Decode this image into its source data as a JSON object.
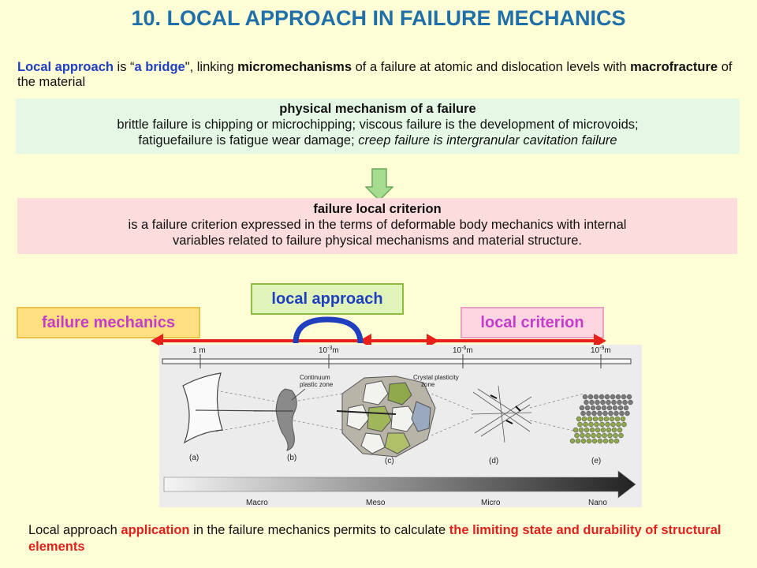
{
  "title": "10. LOCAL APPROACH IN FAILURE MECHANICS",
  "intro": {
    "p1": "Local approach",
    "p2": " is “",
    "p3": "a bridge",
    "p4": "\", linking ",
    "p5": "micromechanisms",
    "p6": "  of a failure at atomic and  dislocation levels with ",
    "p7": "macrofracture",
    "p8": " of the material"
  },
  "mechanism": {
    "heading": "physical mechanism of a failure",
    "line1": "brittle failure is chipping or microchipping;  viscous failure is the development of microvoids;",
    "line2a": "fatiguefailure is fatigue wear damage;  ",
    "line2b": "creep failure is intergranular cavitation failure"
  },
  "criterion": {
    "heading": "failure local criterion",
    "line1": "is a failure criterion expressed in the terms of deformable body mechanics with internal",
    "line2": "variables related to failure physical mechanisms and material structure."
  },
  "labels": {
    "local_approach": "local approach",
    "failure_mechanics": "failure mechanics",
    "local_criterion": "local criterion"
  },
  "scale": {
    "ticks": [
      "1 m",
      "10",
      "-3",
      "m",
      "10",
      "-6",
      "m",
      "10",
      "-9",
      "m"
    ],
    "annot_continuum_1": "Continuum",
    "annot_continuum_2": "plastic zone",
    "annot_crystal_1": "Crystal plasticity",
    "annot_crystal_2": "zone",
    "panels": [
      "(a)",
      "(b)",
      "(c)",
      "(d)",
      "(e)"
    ],
    "levels": [
      "Macro",
      "Meso",
      "Micro",
      "Nano"
    ]
  },
  "footer": {
    "f1": "Local approach  ",
    "f2": "application",
    "f3": " in the failure mechanics permits to calculate   ",
    "f4": "the limiting state and durability of structural elements"
  },
  "colors": {
    "title": "#1f6fa8",
    "accent_blue": "#1f3fbf",
    "accent_red": "#e0201c",
    "accent_magenta": "#c43cc9",
    "background": "#fefed6"
  }
}
